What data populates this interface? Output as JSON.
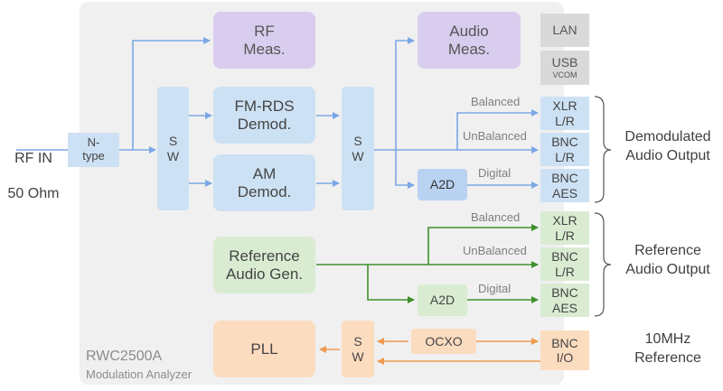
{
  "colors": {
    "rf_path": "#7aa7e6",
    "ref_path": "#3f8f2c",
    "clock_path": "#ee9a4f",
    "panel": "#f0f0f0"
  },
  "instrument": {
    "model": "RWC2500A",
    "name": "Modulation Analyzer"
  },
  "input": {
    "label_line1": "RF IN",
    "label_line2": "50 Ohm",
    "connector": "N-\ntype"
  },
  "blocks": {
    "rf_meas": "RF\nMeas.",
    "audio_meas": "Audio\nMeas.",
    "lan": "LAN",
    "usb": "USB",
    "usb_sub": "VCOM",
    "switch": "S\nW",
    "fm_rds": "FM-RDS\nDemod.",
    "am": "AM\nDemod.",
    "a2d": "A2D",
    "ref_audio_gen": "Reference\nAudio Gen.",
    "pll": "PLL",
    "ocxo": "OCXO"
  },
  "outputs": {
    "xlr": "XLR\nL/R",
    "bnc_lr": "BNC\nL/R",
    "bnc_aes": "BNC\nAES",
    "bnc_io": "BNC\nI/O"
  },
  "line_labels": {
    "balanced": "Balanced",
    "unbalanced": "UnBalanced",
    "digital": "Digital"
  },
  "groups": {
    "demod_output": "Demodulated\nAudio Output",
    "ref_output": "Reference\nAudio Output",
    "ref_10mhz": "10MHz\nReference"
  }
}
